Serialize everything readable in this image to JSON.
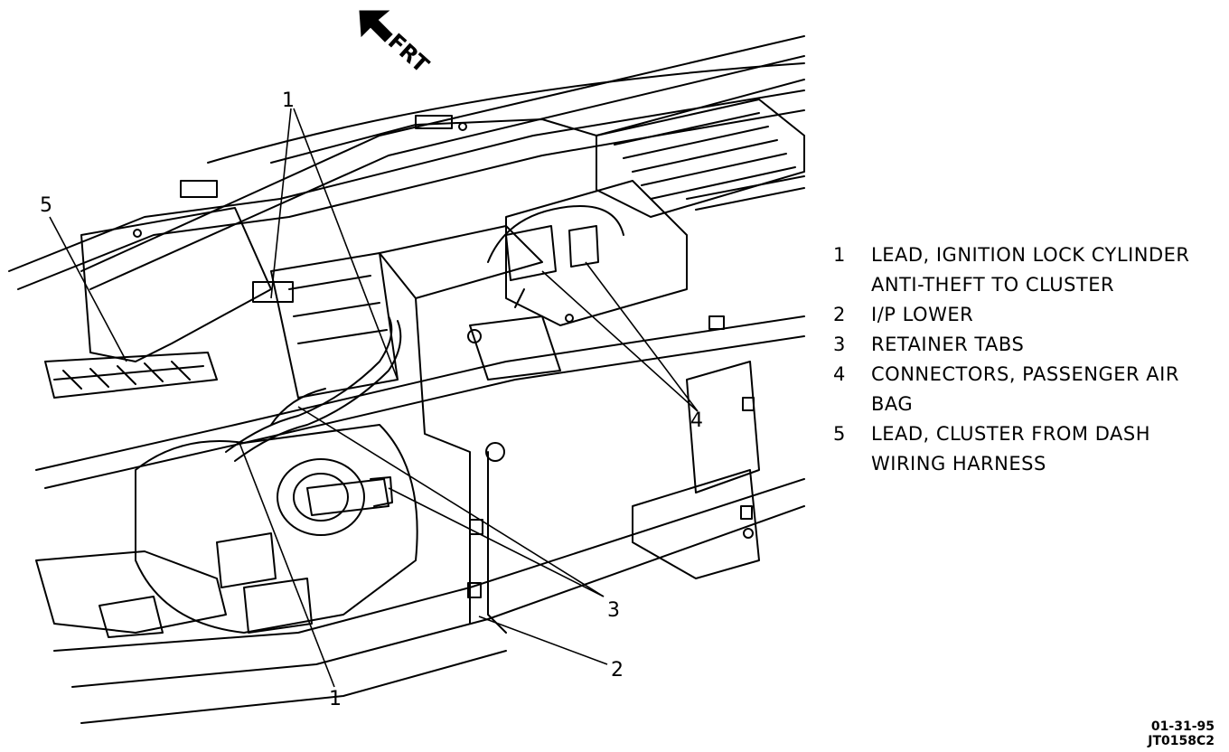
{
  "orientation": {
    "label": "FRT"
  },
  "callouts": [
    {
      "number": "1"
    },
    {
      "number": "1"
    },
    {
      "number": "2"
    },
    {
      "number": "3"
    },
    {
      "number": "4"
    },
    {
      "number": "5"
    }
  ],
  "legend": [
    {
      "number": "1",
      "lines": [
        "LEAD, IGNITION LOCK CYLINDER",
        "ANTI-THEFT TO CLUSTER"
      ]
    },
    {
      "number": "2",
      "lines": [
        "I/P LOWER"
      ]
    },
    {
      "number": "3",
      "lines": [
        "RETAINER TABS"
      ]
    },
    {
      "number": "4",
      "lines": [
        "CONNECTORS, PASSENGER AIR",
        "BAG"
      ]
    },
    {
      "number": "5",
      "lines": [
        "LEAD, CLUSTER FROM DASH",
        "WIRING HARNESS"
      ]
    }
  ],
  "figure_code": {
    "date": "01-31-95",
    "id": "JT0158C2"
  }
}
